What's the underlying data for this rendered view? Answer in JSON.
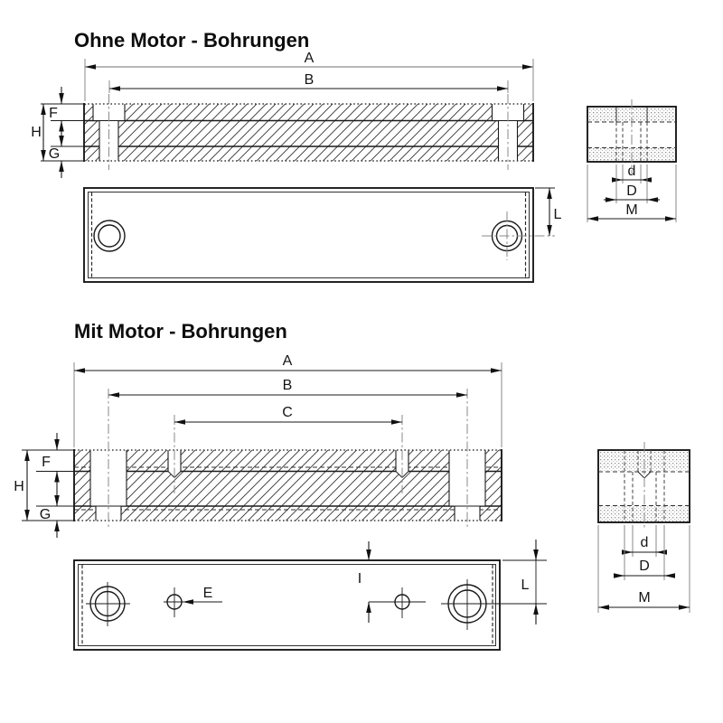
{
  "drawing": {
    "type": "technical-dimension-drawing",
    "background": "#ffffff",
    "colors": {
      "line": "#1a1a1a",
      "extension_gray": "#8a8a8a",
      "hatch": "#2e2e2e"
    },
    "ohne": {
      "title": "Ohne Motor - Bohrungen",
      "labels": {
        "A": "A",
        "B": "B",
        "F": "F",
        "H": "H",
        "G": "G",
        "L": "L",
        "d": "d",
        "D": "D",
        "M": "M"
      }
    },
    "mit": {
      "title": "Mit Motor - Bohrungen",
      "labels": {
        "A": "A",
        "B": "B",
        "C": "C",
        "F": "F",
        "H": "H",
        "G": "G",
        "E": "E",
        "I": "I",
        "L": "L",
        "d": "d",
        "D": "D",
        "M": "M"
      }
    }
  }
}
